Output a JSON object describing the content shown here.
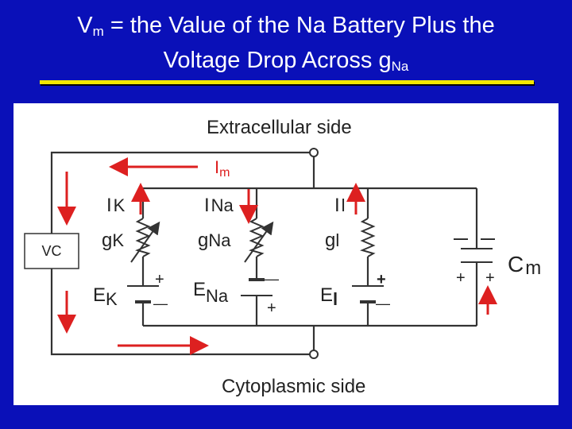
{
  "title": {
    "line1_main": "V",
    "line1_sub": "m",
    "line1_rest": " = the Value of the Na Battery Plus the",
    "line2_main": "Voltage Drop Across g",
    "line2_sub": "Na"
  },
  "diagram": {
    "top_side": "Extracellular side",
    "bottom_side": "Cytoplasmic side",
    "im_main": "I",
    "im_sub": "m",
    "vc_box": "VC",
    "ik_main": "I",
    "ik_sub": "K",
    "ina_main": "I",
    "ina_sub": "Na",
    "il_main": "I",
    "il_sub": "l",
    "gk_main": "g",
    "gk_sub": "K",
    "gna_main": "g",
    "gna_sub": "Na",
    "gl_main": "g",
    "gl_sub": "l",
    "ek_main": "E",
    "ek_sub": "K",
    "ena_main": "E",
    "ena_sub": "Na",
    "el_main": "E",
    "el_sub": "l",
    "cm_main": "C",
    "cm_sub": "m",
    "plus": "+",
    "minus": "—",
    "colors": {
      "wire": "#333333",
      "arrow": "#dd2020",
      "im_text": "#dd2020"
    }
  }
}
